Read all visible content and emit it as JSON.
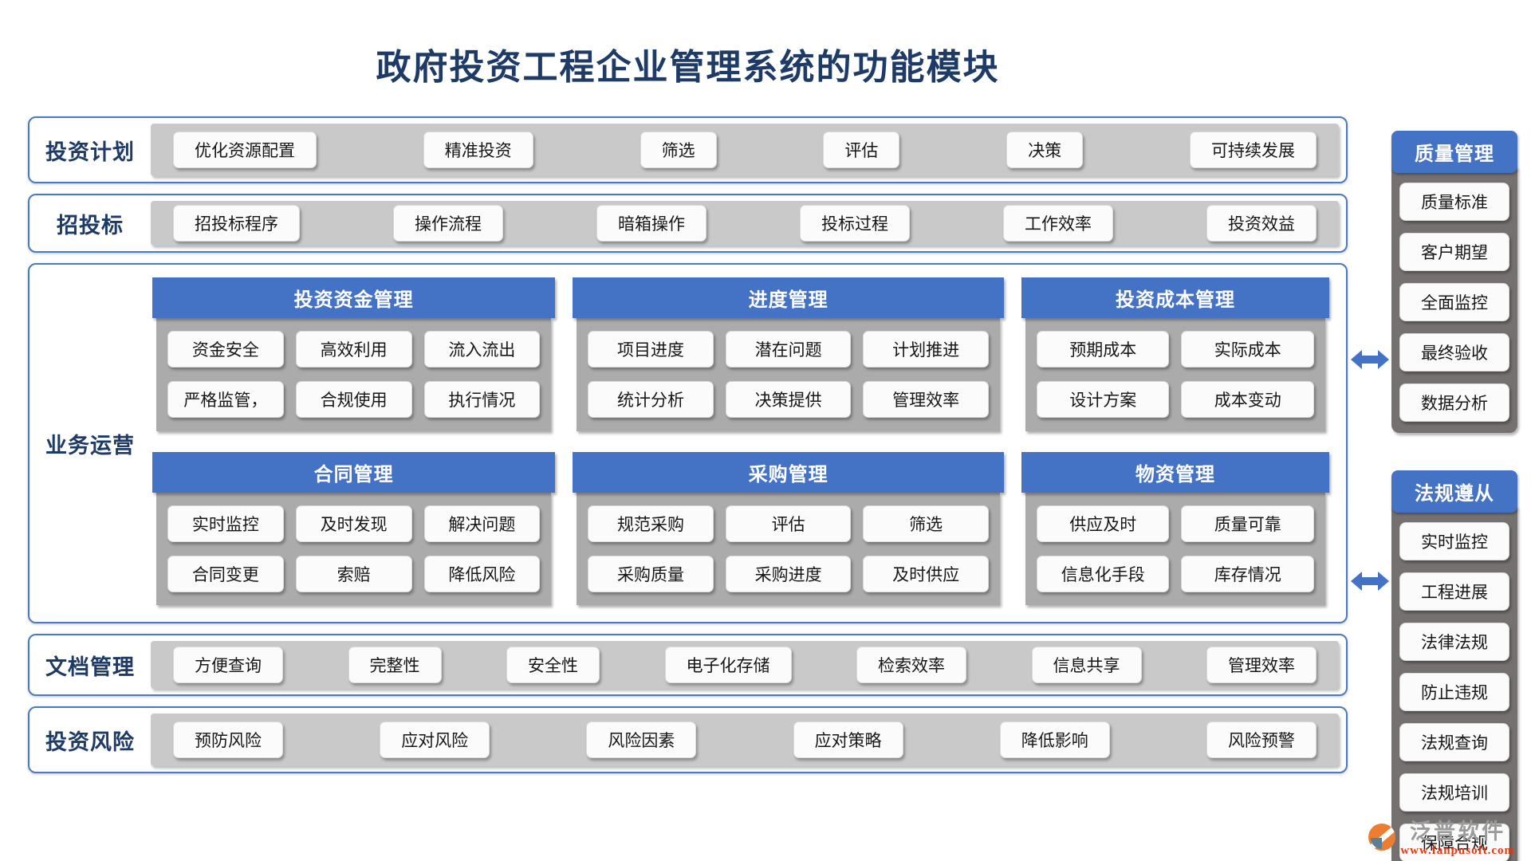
{
  "title": "政府投资工程企业管理系统的功能模块",
  "colors": {
    "accent_blue": "#4472C4",
    "navy_text": "#1E3A66",
    "tray_gray": "#C9C9C9",
    "panel_gray": "#ABABAB",
    "sidebar_gray": "#767171",
    "brand_orange": "#ED7D31",
    "brand_url_red": "#E8380D"
  },
  "band_plan": {
    "label": "投资计划",
    "buttons": [
      "优化资源配置",
      "精准投资",
      "筛选",
      "评估",
      "决策",
      "可持续发展"
    ]
  },
  "band_bid": {
    "label": "招投标",
    "buttons": [
      "招投标程序",
      "操作流程",
      "暗箱操作",
      "投标过程",
      "工作效率",
      "投资效益"
    ]
  },
  "operations": {
    "label": "业务运营",
    "panels": [
      {
        "title": "投资资金管理",
        "buttons": [
          "资金安全",
          "高效利用",
          "流入流出",
          "严格监管，",
          "合规使用",
          "执行情况"
        ]
      },
      {
        "title": "进度管理",
        "buttons": [
          "项目进度",
          "潜在问题",
          "计划推进",
          "统计分析",
          "决策提供",
          "管理效率"
        ]
      },
      {
        "title": "投资成本管理",
        "buttons": [
          "预期成本",
          "实际成本",
          "设计方案",
          "成本变动"
        ]
      },
      {
        "title": "合同管理",
        "buttons": [
          "实时监控",
          "及时发现",
          "解决问题",
          "合同变更",
          "索赔",
          "降低风险"
        ]
      },
      {
        "title": "采购管理",
        "buttons": [
          "规范采购",
          "评估",
          "筛选",
          "采购质量",
          "采购进度",
          "及时供应"
        ]
      },
      {
        "title": "物资管理",
        "buttons": [
          "供应及时",
          "质量可靠",
          "信息化手段",
          "库存情况"
        ]
      }
    ]
  },
  "band_docs": {
    "label": "文档管理",
    "buttons": [
      "方便查询",
      "完整性",
      "安全性",
      "电子化存储",
      "检索效率",
      "信息共享",
      "管理效率"
    ]
  },
  "band_risk": {
    "label": "投资风险",
    "buttons": [
      "预防风险",
      "应对风险",
      "风险因素",
      "应对策略",
      "降低影响",
      "风险预警"
    ]
  },
  "sidebar_quality": {
    "title": "质量管理",
    "items": [
      "质量标准",
      "客户期望",
      "全面监控",
      "最终验收",
      "数据分析"
    ]
  },
  "sidebar_compliance": {
    "title": "法规遵从",
    "items": [
      "实时监控",
      "工程进展",
      "法律法规",
      "防止违规",
      "法规查询",
      "法规培训",
      "保障合规"
    ]
  },
  "footer": {
    "brand": "泛普软件",
    "url": "www.fanpusoft.com"
  }
}
